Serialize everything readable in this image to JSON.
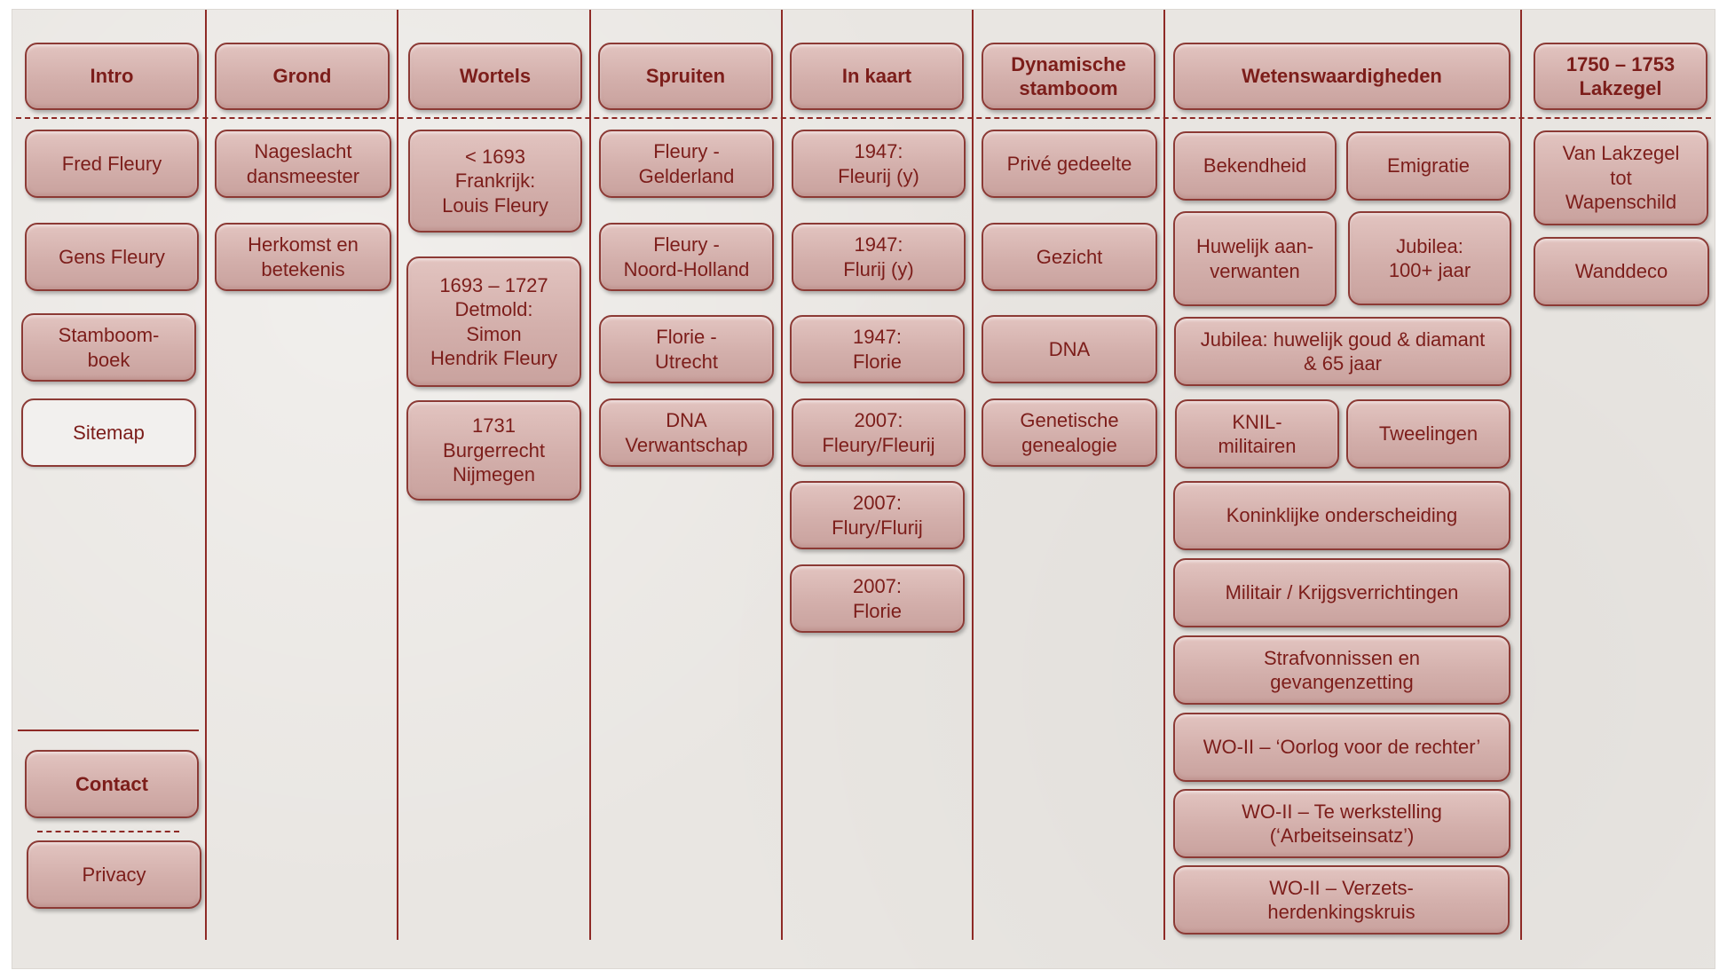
{
  "headers": {
    "intro": "Intro",
    "grond": "Grond",
    "wortels": "Wortels",
    "spruiten": "Spruiten",
    "in_kaart": "In kaart",
    "dynamische_stamboom": "Dynamische\nstamboom",
    "wetenswaardigheden": "Wetenswaardigheden",
    "lakzegel": "1750 – 1753\nLakzegel"
  },
  "intro": {
    "fred_fleury": "Fred Fleury",
    "gens_fleury": "Gens Fleury",
    "stamboomboek": "Stamboom-\nboek",
    "sitemap": "Sitemap",
    "contact": "Contact",
    "privacy": "Privacy"
  },
  "grond": {
    "nageslacht": "Nageslacht\ndansmeester",
    "herkomst": "Herkomst en\nbetekenis"
  },
  "wortels": {
    "frankrijk": "< 1693\nFrankrijk:\nLouis Fleury",
    "detmold": "1693 – 1727\nDetmold:\nSimon\nHendrik Fleury",
    "burgerrecht": "1731\nBurgerrecht\nNijmegen"
  },
  "spruiten": {
    "gelderland": "Fleury -\nGelderland",
    "noord_holland": "Fleury -\nNoord-Holland",
    "utrecht": "Florie -\nUtrecht",
    "dna": "DNA\nVerwantschap"
  },
  "in_kaart": {
    "k1947_fleurij": "1947:\nFleurij (y)",
    "k1947_flurij": "1947:\nFlurij (y)",
    "k1947_florie": "1947:\nFlorie",
    "k2007_fleury": "2007:\nFleury/Fleurij",
    "k2007_flury": "2007:\nFlury/Flurij",
    "k2007_florie": "2007:\nFlorie"
  },
  "dynamische": {
    "prive": "Privé gedeelte",
    "gezicht": "Gezicht",
    "dna": "DNA",
    "genetische": "Genetische\ngenealogie"
  },
  "wetens": {
    "bekendheid": "Bekendheid",
    "emigratie": "Emigratie",
    "huwelijk": "Huwelijk aan-\nverwanten",
    "jubilea_100": "Jubilea:\n100+ jaar",
    "jubilea_huwelijk": "Jubilea: huwelijk goud & diamant\n& 65 jaar",
    "knil": "KNIL-\nmilitairen",
    "tweelingen": "Tweelingen",
    "koninklijke": "Koninklijke onderscheiding",
    "militair": "Militair / Krijgsverrichtingen",
    "strafvonnissen": "Strafvonnissen en\ngevangenzetting",
    "wo2_rechter": "WO-II – ‘Oorlog voor de rechter’",
    "wo2_werkstelling": "WO-II – Te werkstelling\n(‘Arbeitseinsatz’)",
    "wo2_verzets": "WO-II – Verzets-\nherdenkingskruis"
  },
  "lakzegel": {
    "wapenschild": "Van Lakzegel\ntot\nWapenschild",
    "wanddeco": "Wanddeco"
  }
}
